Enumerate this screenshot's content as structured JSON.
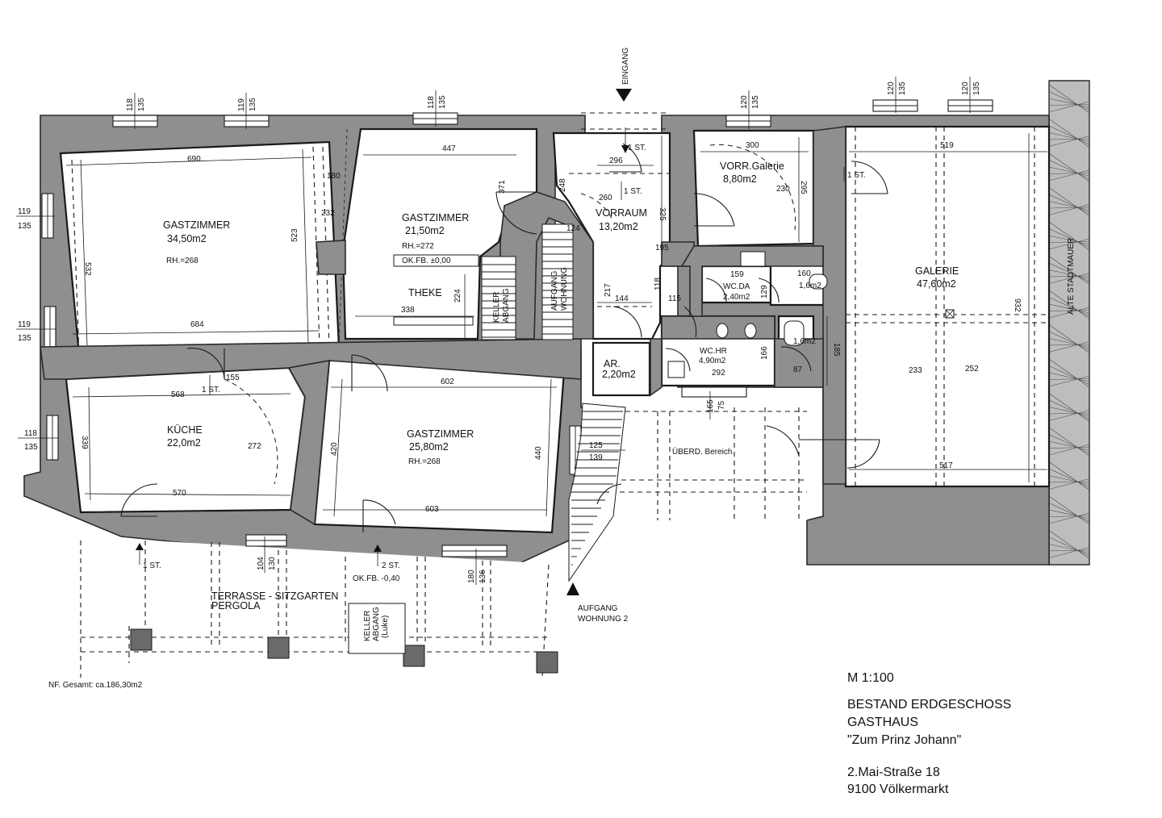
{
  "rooms": {
    "gastzimmer1": {
      "name": "GASTZIMMER",
      "area": "34,50m2",
      "rh": "RH.=268"
    },
    "gastzimmer2": {
      "name": "GASTZIMMER",
      "area": "21,50m2",
      "rh": "RH.=272",
      "floor": "OK.FB. ±0,00"
    },
    "theke": "THEKE",
    "vorraum": {
      "name": "VORRAUM",
      "area": "13,20m2"
    },
    "vorr_galerie": {
      "name": "VORR.Galerie",
      "area": "8,80m2"
    },
    "galerie": {
      "name": "GALERIE",
      "area": "47,60m2"
    },
    "wc_da": {
      "name": "WC.DA",
      "area": "2,40m2"
    },
    "small_wc": {
      "area": "1,6m2"
    },
    "wc_hr": {
      "name": "WC.HR",
      "area": "4,90m2"
    },
    "wc_hr_small": {
      "area": "1,6m2"
    },
    "ar": {
      "name": "AR.",
      "area": "2,20m2"
    },
    "kueche": {
      "name": "KÜCHE",
      "area": "22,0m2"
    },
    "gastzimmer3": {
      "name": "GASTZIMMER",
      "area": "25,80m2",
      "rh": "RH.=268"
    },
    "ueberd": "ÜBERD. Bereich",
    "terrasse": {
      "line1": "TERRASSE - SITZGARTEN",
      "line2": "PERGOLA"
    },
    "keller_luke": {
      "line1": "KELLER",
      "line2": "ABGANG",
      "line3": "(Luke)"
    },
    "keller_abgang": {
      "line1": "KELLER",
      "line2": "ABGANG"
    },
    "aufgang_wohnung": {
      "line1": "AUFGANG",
      "line2": "WOHNUNG"
    }
  },
  "labels": {
    "eingang": "EINGANG",
    "aufgang2_line1": "AUFGANG",
    "aufgang2_line2": "WOHNUNG 2",
    "alte_stadtmauer": "ALTE STADTMAUER",
    "okfb_terrace": "OK.FB. -0,40",
    "st1": "1 ST.",
    "st2": "2 ST."
  },
  "dims": {
    "w690": "690",
    "w684": "684",
    "h532": "532",
    "h523": "523",
    "d180": "180",
    "d232": "232",
    "w447": "447",
    "w338": "338",
    "h224": "224",
    "h371": "371",
    "h248": "248",
    "d124": "124",
    "w296": "296",
    "d260": "260",
    "h325": "325",
    "d195": "195",
    "h217": "217",
    "d144": "144",
    "d118": "118",
    "d115": "115",
    "w300": "300",
    "d230": "230",
    "h295": "295",
    "d159": "159",
    "d129": "129",
    "d160": "160",
    "d166": "166",
    "d292": "292",
    "d87": "87",
    "h185": "185",
    "w519": "519",
    "w517": "517",
    "h932": "932",
    "d233": "233",
    "d252": "252",
    "w568": "568",
    "w570": "570",
    "h339": "339",
    "d155": "155",
    "d272": "272",
    "w602": "602",
    "w603": "603",
    "h420": "420",
    "h440": "440",
    "d125": "125",
    "d139": "139",
    "d165": "165",
    "d75": "75"
  },
  "window_dims": {
    "t1a": "118",
    "t1b": "135",
    "t2a": "119",
    "t2b": "135",
    "t3a": "118",
    "t3b": "135",
    "t4a": "120",
    "t4b": "135",
    "t5a": "120",
    "t5b": "135",
    "t6a": "120",
    "t6b": "135",
    "l1a": "119",
    "l1b": "135",
    "l2a": "119",
    "l2b": "135",
    "l3a": "118",
    "l3b": "135",
    "b1a": "104",
    "b1b": "130",
    "b2a": "180",
    "b2b": "136"
  },
  "footer": {
    "nf_total": "NF. Gesamt: ca.186,30m2",
    "scale": "M 1:100",
    "title1": "BESTAND ERDGESCHOSS",
    "title2": "GASTHAUS",
    "title3": "\"Zum Prinz Johann\"",
    "addr1": "2.Mai-Straße 18",
    "addr2": "9100 Völkermarkt"
  }
}
